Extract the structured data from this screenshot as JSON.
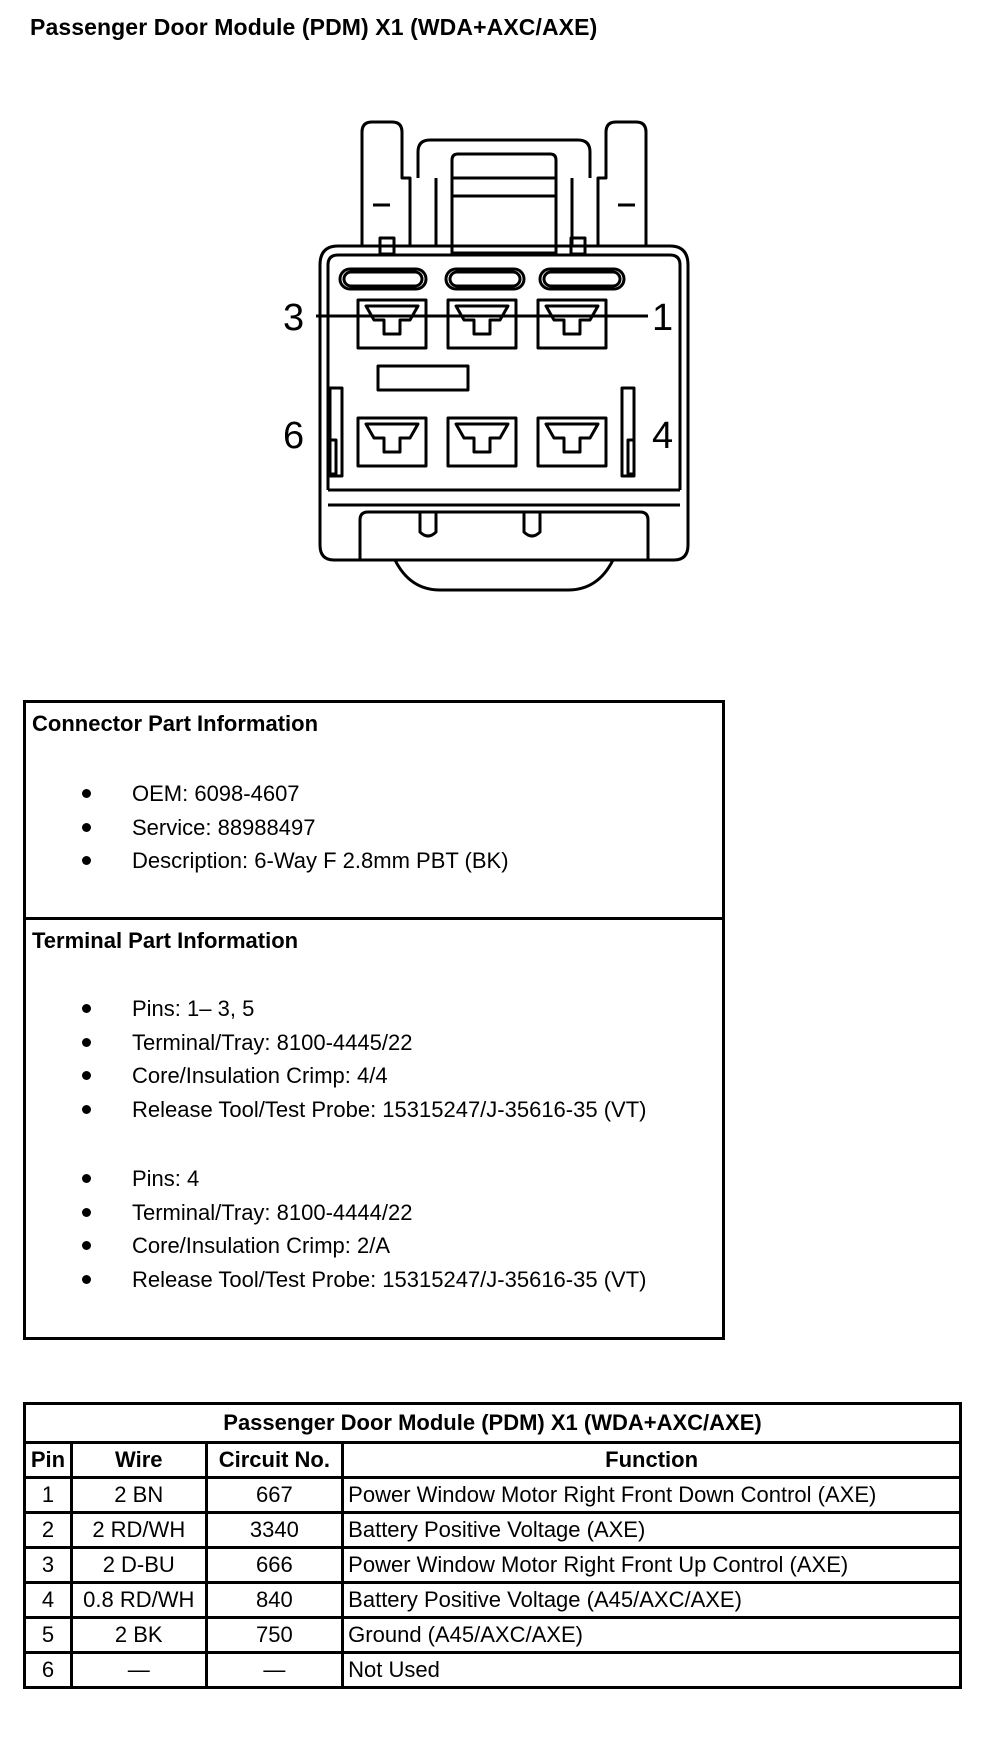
{
  "page": {
    "title": "Passenger Door Module (PDM) X1 (WDA+AXC/AXE)"
  },
  "connector": {
    "pin_labels": [
      "3",
      "1",
      "6",
      "4"
    ]
  },
  "connector_info": {
    "title": "Connector Part Information",
    "items": [
      "OEM: 6098-4607",
      "Service: 88988497",
      "Description: 6-Way F 2.8mm PBT (BK)"
    ]
  },
  "terminal_info": {
    "title": "Terminal Part Information",
    "groups": [
      {
        "items": [
          "Pins: 1– 3, 5",
          "Terminal/Tray: 8100-4445/22",
          "Core/Insulation Crimp: 4/4",
          "Release Tool/Test Probe: 15315247/J-35616-35 (VT)"
        ]
      },
      {
        "items": [
          "Pins: 4",
          "Terminal/Tray: 8100-4444/22",
          "Core/Insulation Crimp: 2/A",
          "Release Tool/Test Probe: 15315247/J-35616-35 (VT)"
        ]
      }
    ]
  },
  "pin_table": {
    "title": "Passenger Door Module (PDM) X1 (WDA+AXC/AXE)",
    "headers": [
      "Pin",
      "Wire",
      "Circuit No.",
      "Function"
    ],
    "rows": [
      [
        "1",
        "2 BN",
        "667",
        "Power Window Motor Right Front Down Control (AXE)"
      ],
      [
        "2",
        "2 RD/WH",
        "3340",
        "Battery Positive Voltage (AXE)"
      ],
      [
        "3",
        "2 D-BU",
        "666",
        "Power Window Motor Right Front Up Control (AXE)"
      ],
      [
        "4",
        "0.8 RD/WH",
        "840",
        "Battery Positive Voltage (A45/AXC/AXE)"
      ],
      [
        "5",
        "2 BK",
        "750",
        "Ground (A45/AXC/AXE)"
      ],
      [
        "6",
        "—",
        "—",
        "Not Used"
      ]
    ]
  }
}
